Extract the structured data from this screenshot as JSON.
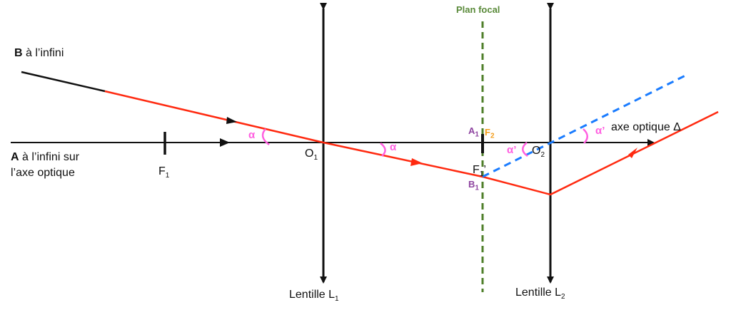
{
  "labels": {
    "b_infinity_bold": "B",
    "b_infinity_rest": " à l’infini",
    "a_infinity_bold": "A",
    "a_infinity_line1": " à l’infini sur",
    "a_infinity_line2": "l’axe optique",
    "f1": "F",
    "f1_sub": "1",
    "o1": "O",
    "o1_sub": "1",
    "o2": "O",
    "o2_sub": "2",
    "lens1": "Lentille L",
    "lens1_sub": "1",
    "lens2": "Lentille L",
    "lens2_sub": "2",
    "focal_plane": "Plan focal",
    "a1": "A",
    "a1_sub": "1",
    "b1": "B",
    "b1_sub": "1",
    "f2": "F",
    "f2_sub": "2",
    "f1_prime": "F",
    "f1_prime_sub": "1",
    "f1_prime_mark": "’",
    "alpha": "α",
    "alpha_prime": "α’",
    "optical_axis": "axe optique Δ"
  },
  "colors": {
    "ray": "#ff2a10",
    "virtual_ray": "#1a7cff",
    "focal_plane": "#4f7f2a",
    "angle": "#ff5fe0"
  }
}
